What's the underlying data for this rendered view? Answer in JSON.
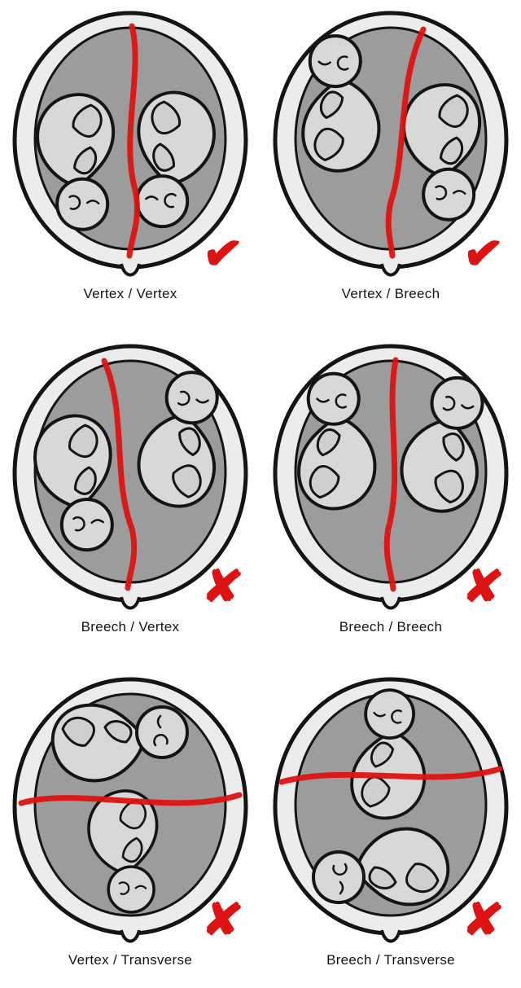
{
  "figure": {
    "subject": "twin-fetal-presentations-in-uterus",
    "rows": 3,
    "columns": 2
  },
  "colors": {
    "annotation_red": "#dd1212",
    "uterus_wall": "#ececec",
    "uterus_cavity": "#9c9c9c",
    "fetus_fill": "#d8d8d8",
    "fetus_limb": "#cfcfcf",
    "outline": "#141414",
    "background": "#ffffff"
  },
  "panels": [
    {
      "label": "Vertex / Vertex",
      "mark": "check",
      "membrane_line": "vertical"
    },
    {
      "label": "Vertex / Breech",
      "mark": "check",
      "membrane_line": "vertical"
    },
    {
      "label": "Breech / Vertex",
      "mark": "cross",
      "membrane_line": "vertical"
    },
    {
      "label": "Breech / Breech",
      "mark": "cross",
      "membrane_line": "vertical"
    },
    {
      "label": "Vertex / Transverse",
      "mark": "cross",
      "membrane_line": "horizontal"
    },
    {
      "label": "Breech / Transverse",
      "mark": "cross",
      "membrane_line": "horizontal"
    }
  ]
}
